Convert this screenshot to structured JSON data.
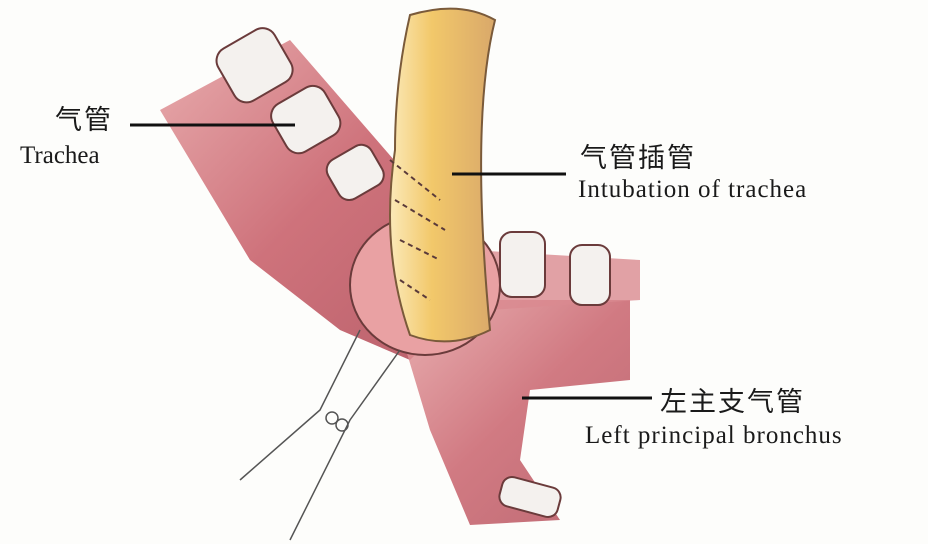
{
  "labels": {
    "trachea": {
      "zh": "气管",
      "en": "Trachea"
    },
    "intubation": {
      "zh": "气管插管",
      "en": "Intubation of trachea"
    },
    "bronchus": {
      "zh": "左主支气管",
      "en": "Left principal bronchus"
    }
  },
  "colors": {
    "muscle": "#c96a72",
    "muscle_dark": "#9e3e4a",
    "tube": "#f2cf7a",
    "cartilage": "#f4f1ee"
  }
}
